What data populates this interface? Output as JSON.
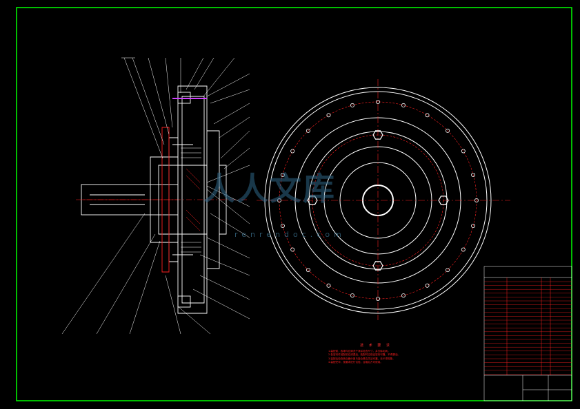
{
  "drawing": {
    "colors": {
      "frame": "#00ff00",
      "outline": "#ffffff",
      "centerline": "#ff2020",
      "hidden": "#d040ff",
      "table": "#ff2020"
    },
    "notes_title": "技 术 要 求",
    "notes": [
      "1.装配前，各零件应清洗干净并检查尺寸，并去除毛刺。",
      "2.各密封件装配前应浸透油，装配时应保证密封可靠，不得漏油。",
      "3.装配后检查离合器分离与接合是否灵活可靠，无卡滞现象。",
      "4.装配完毕，按要求进行试验，合格后方可使用。"
    ],
    "watermark_site": "renrendoc.com",
    "watermark_brand": "人人文库"
  }
}
